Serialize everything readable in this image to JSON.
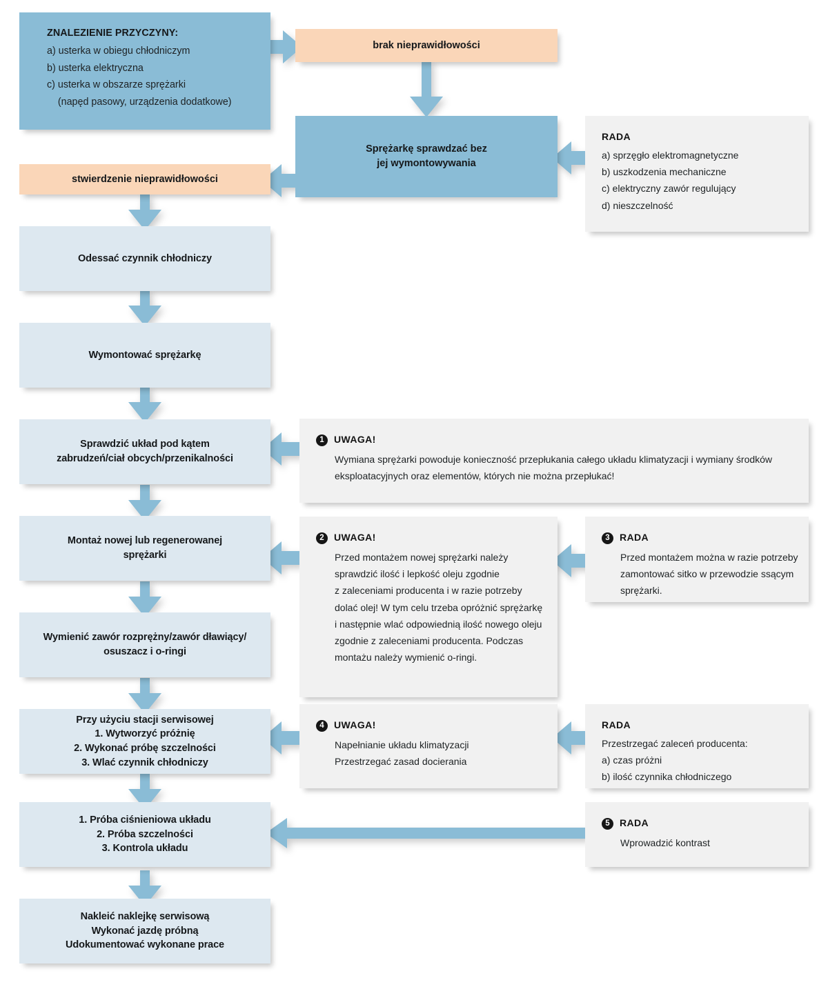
{
  "colors": {
    "steel_blue": "#8abcd6",
    "light_blue": "#dde8f0",
    "peach": "#fad6b8",
    "panel_gray": "#f1f1f1",
    "text": "#15181a"
  },
  "cause_box": {
    "heading": "ZNALEZIENIE PRZYCZYNY:",
    "lines": [
      "a) usterka w obiegu chłodniczym",
      "b) usterka elektryczna",
      "c) usterka w obszarze sprężarki",
      "    (napęd pasowy, urządzenia dodatkowe)"
    ]
  },
  "flow": {
    "no_fault": "brak nieprawidłowości",
    "check_without_removal_l1": "Sprężarkę sprawdzać bez",
    "check_without_removal_l2": "jej wymontowywania",
    "fault_found": "stwierdzenie nieprawidłowości",
    "step_recover": "Odessać czynnik chłodniczy",
    "step_remove": "Wymontować sprężarkę",
    "step_inspect_l1": "Sprawdzić układ pod kątem",
    "step_inspect_l2": "zabrudzeń/ciał obcych/przenikalności",
    "step_install_l1": "Montaż nowej lub regenerowanej",
    "step_install_l2": "sprężarki",
    "step_valve_l1": "Wymienić zawór rozprężny/zawór dławiący/",
    "step_valve_l2": "osuszacz i o-ringi",
    "step_station_l1": "Przy użyciu stacji serwisowej",
    "step_station_l2": "1. Wytworzyć próżnię",
    "step_station_l3": "2. Wykonać próbę szczelności",
    "step_station_l4": "3. Wlać czynnik chłodniczy",
    "step_test_l1": "1. Próba ciśnieniowa układu",
    "step_test_l2": "2. Próba szczelności",
    "step_test_l3": "3. Kontrola układu",
    "step_final_l1": "Nakleić naklejkę serwisową",
    "step_final_l2": "Wykonać jazdę próbną",
    "step_final_l3": "Udokumentować wykonane prace"
  },
  "advice_top": {
    "heading": "RADA",
    "lines": [
      "a) sprzęgło elektromagnetyczne",
      "b) uszkodzenia mechaniczne",
      "c) elektryczny zawór regulujący",
      "d) nieszczelność"
    ]
  },
  "note1": {
    "number": "1",
    "heading": "UWAGA!",
    "lines": [
      "Wymiana sprężarki powoduje konieczność przepłukania całego układu klimatyzacji i wymiany środków",
      "eksploatacyjnych oraz elementów, których nie można przepłukać!"
    ]
  },
  "note2": {
    "number": "2",
    "heading": "UWAGA!",
    "lines": [
      "Przed montażem nowej sprężarki należy",
      "sprawdzić ilość i lepkość oleju zgodnie",
      "z zaleceniami producenta i w razie potrzeby",
      "dolać olej! W tym celu trzeba opróżnić sprężarkę",
      "i następnie wlać odpowiednią ilość nowego oleju",
      "zgodnie z zaleceniami producenta. Podczas",
      "montażu należy wymienić o-ringi."
    ]
  },
  "note3": {
    "number": "3",
    "heading": "RADA",
    "lines": [
      "Przed montażem można w razie potrzeby",
      "zamontować sitko w przewodzie ssącym",
      "sprężarki."
    ]
  },
  "note4": {
    "number": "4",
    "heading": "UWAGA!",
    "lines": [
      "Napełnianie układu klimatyzacji",
      "Przestrzegać zasad docierania"
    ]
  },
  "advice_fill": {
    "heading": "RADA",
    "lines": [
      "Przestrzegać zaleceń producenta:",
      "a) czas próżni",
      "b) ilość czynnika chłodniczego"
    ]
  },
  "note5": {
    "number": "5",
    "heading": "RADA",
    "lines": [
      "Wprowadzić kontrast"
    ]
  }
}
